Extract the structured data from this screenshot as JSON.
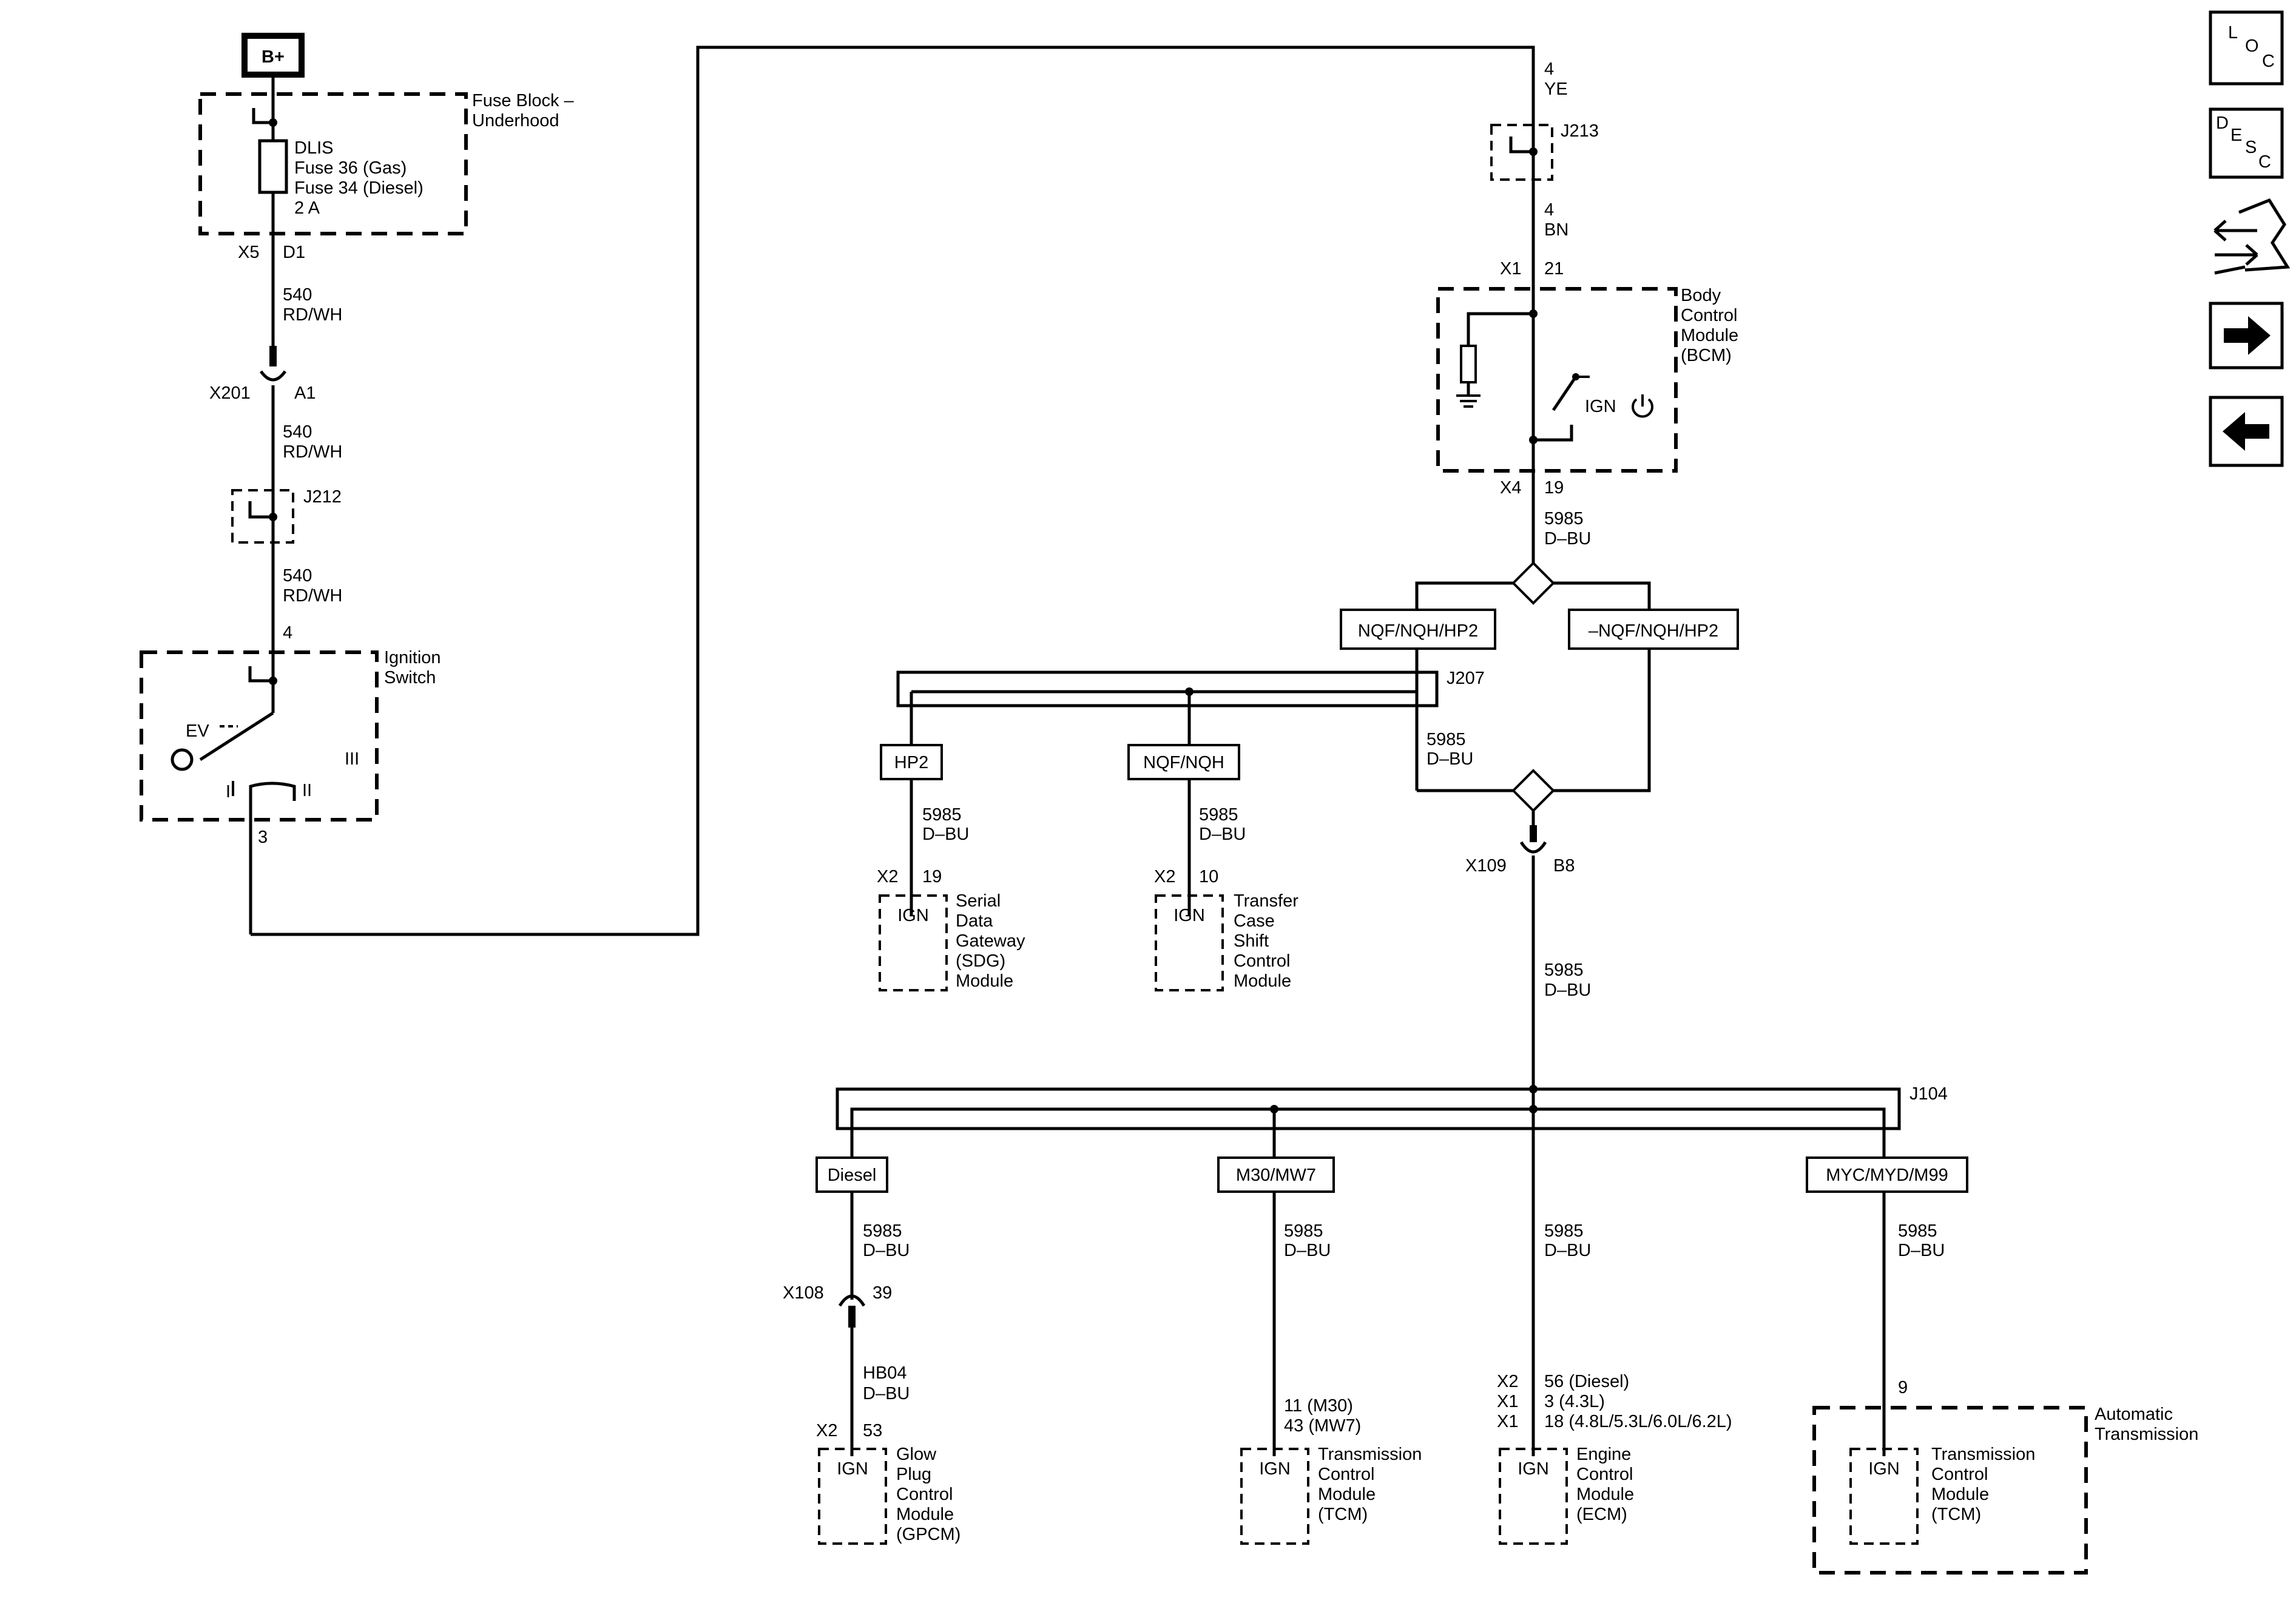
{
  "nav_icons": [
    {
      "name": "loc-icon",
      "letters": [
        "L",
        "O",
        "C"
      ]
    },
    {
      "name": "desc-icon",
      "letters": [
        "D",
        "E",
        "S",
        "C"
      ]
    },
    {
      "name": "connector-info-icon"
    },
    {
      "name": "next-arrow-icon"
    },
    {
      "name": "prev-arrow-icon"
    }
  ],
  "power": {
    "label": "B+"
  },
  "fuse_block": {
    "title": "Fuse Block –\nUnderhood",
    "fuse_label": "DLIS\nFuse 36 (Gas)\nFuse 34 (Diesel)\n2 A",
    "conn_left": "X5",
    "conn_right": "D1"
  },
  "wire_540_a": {
    "circuit": "540",
    "color": "RD/WH"
  },
  "x201": {
    "name": "X201",
    "pin": "A1"
  },
  "wire_540_b": {
    "circuit": "540",
    "color": "RD/WH"
  },
  "j212": {
    "name": "J212"
  },
  "wire_540_c": {
    "circuit": "540",
    "color": "RD/WH"
  },
  "ignition_switch": {
    "title": "Ignition\nSwitch",
    "pin_in": "4",
    "pin_out": "3",
    "pos_1": "I",
    "pos_2": "II",
    "pos_3": "III",
    "symbol": "EV"
  },
  "wire_4_ye": {
    "circuit": "4",
    "color": "YE"
  },
  "j213": {
    "name": "J213"
  },
  "wire_4_bn": {
    "circuit": "4",
    "color": "BN"
  },
  "bcm": {
    "title": "Body\nControl\nModule\n(BCM)",
    "conn_in": "X1",
    "pin_in": "21",
    "conn_out": "X4",
    "pin_out": "19",
    "ign_label": "IGN"
  },
  "wire_5985_bcm": {
    "circuit": "5985",
    "color": "D–BU"
  },
  "option_nqf": {
    "label": "NQF/NQH/HP2"
  },
  "option_not_nqf": {
    "label": "–NQF/NQH/HP2"
  },
  "j207": {
    "name": "J207"
  },
  "wire_5985_j207": {
    "circuit": "5985",
    "color": "D–BU"
  },
  "option_hp2": {
    "label": "HP2"
  },
  "option_nqf_nqh": {
    "label": "NQF/NQH"
  },
  "sdg": {
    "wire": {
      "circuit": "5985",
      "color": "D–BU"
    },
    "conn": "X2",
    "pin": "19",
    "ign": "IGN",
    "title": "Serial\nData\nGateway\n(SDG)\nModule"
  },
  "tcscm": {
    "wire": {
      "circuit": "5985",
      "color": "D–BU"
    },
    "conn": "X2",
    "pin": "10",
    "ign": "IGN",
    "title": "Transfer\nCase\nShift\nControl\nModule"
  },
  "x109": {
    "name": "X109",
    "pin": "B8"
  },
  "wire_5985_x109": {
    "circuit": "5985",
    "color": "D–BU"
  },
  "j104": {
    "name": "J104"
  },
  "gpcm": {
    "option": "Diesel",
    "wire": {
      "circuit": "5985",
      "color": "D–BU"
    },
    "x108": {
      "name": "X108",
      "pin": "39"
    },
    "wire2": {
      "circuit": "HB04",
      "color": "D–BU"
    },
    "conn": "X2",
    "pin": "53",
    "ign": "IGN",
    "title": "Glow\nPlug\nControl\nModule\n(GPCM)"
  },
  "tcm_m30": {
    "option": "M30/MW7",
    "wire": {
      "circuit": "5985",
      "color": "D–BU"
    },
    "pins": "11 (M30)\n43 (MW7)",
    "ign": "IGN",
    "title": "Transmission\nControl\nModule\n(TCM)"
  },
  "ecm": {
    "wire": {
      "circuit": "5985",
      "color": "D–BU"
    },
    "conns": "X2\nX1\nX1",
    "pins": "56 (Diesel)\n3 (4.3L)\n18 (4.8L/5.3L/6.0L/6.2L)",
    "ign": "IGN",
    "title": "Engine\nControl\nModule\n(ECM)"
  },
  "tcm_myc": {
    "option": "MYC/MYD/M99",
    "wire": {
      "circuit": "5985",
      "color": "D–BU"
    },
    "pin": "9",
    "ign": "IGN",
    "title": "Transmission\nControl\nModule\n(TCM)",
    "outer_title": "Automatic\nTransmission"
  }
}
